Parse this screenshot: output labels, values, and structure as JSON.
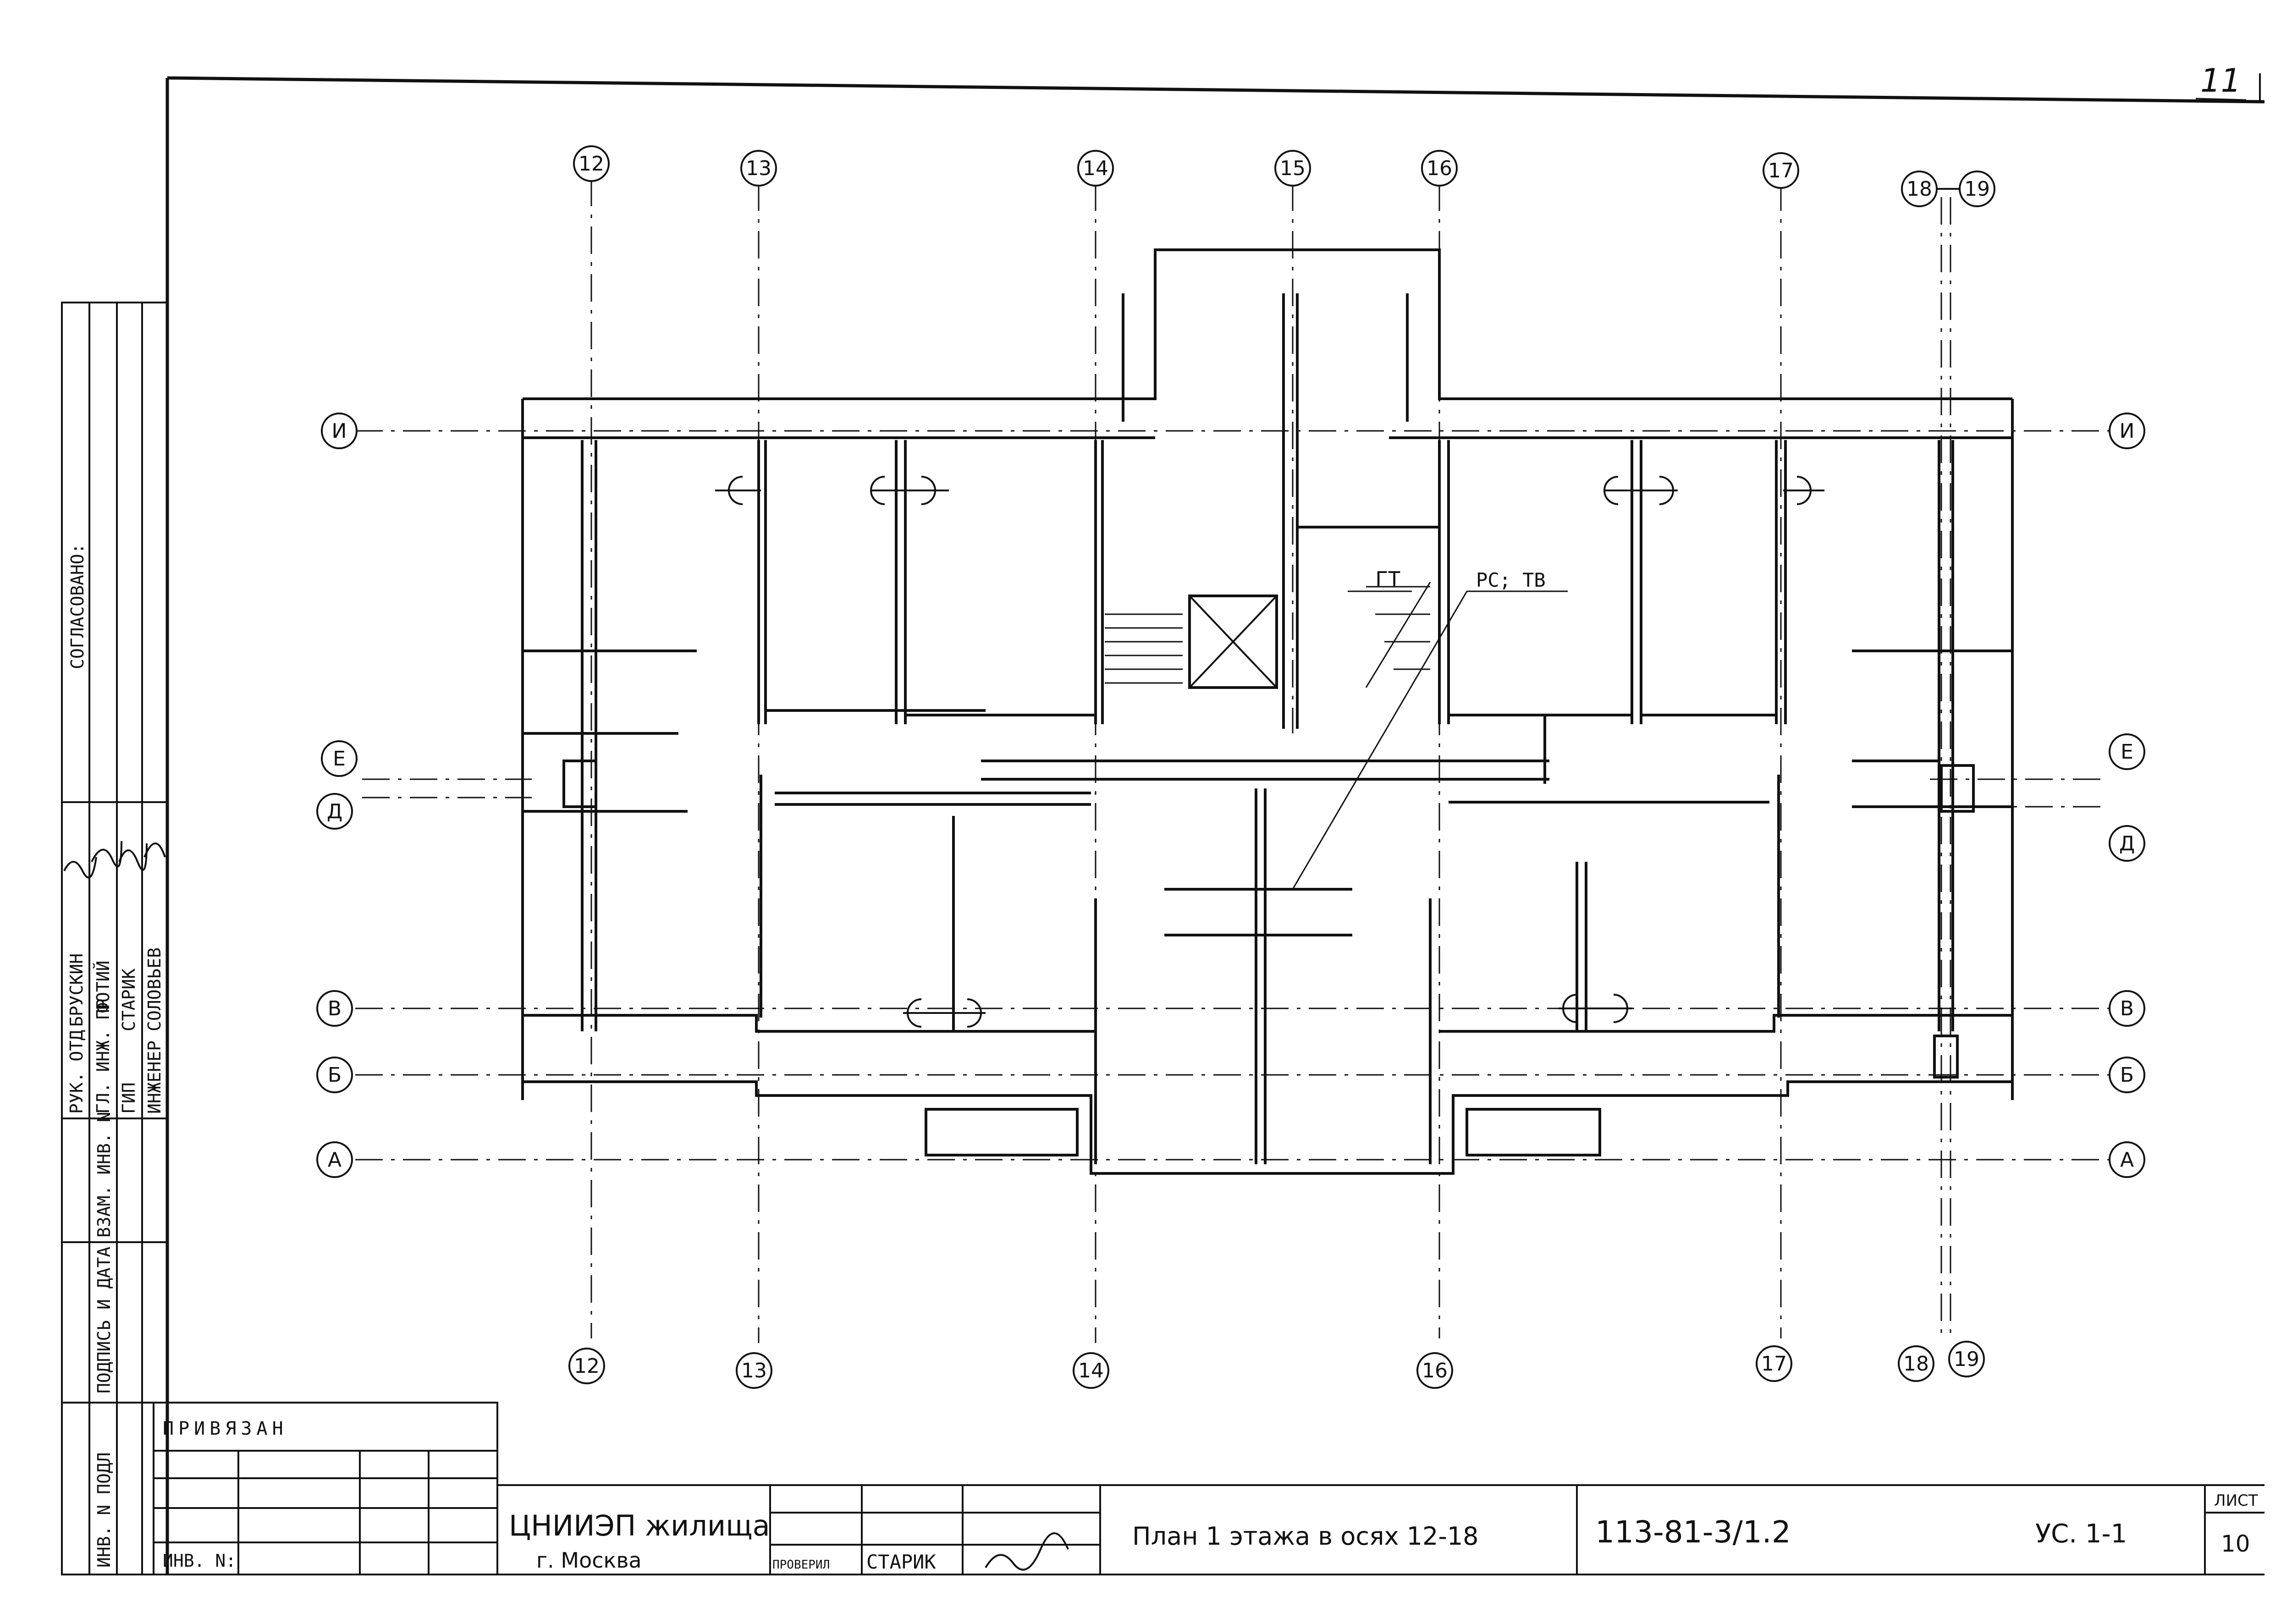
{
  "sheet_corner_mark": "11",
  "axes": {
    "vertical_top": [
      "12",
      "13",
      "14",
      "15",
      "16",
      "17",
      "18",
      "19"
    ],
    "vertical_bottom": [
      "12",
      "13",
      "14",
      "16",
      "17",
      "18",
      "19"
    ],
    "horizontal_left": [
      "И",
      "Е",
      "Д",
      "В",
      "Б",
      "А"
    ],
    "horizontal_right": [
      "И",
      "Е",
      "Д",
      "В",
      "Б",
      "А"
    ]
  },
  "annotations": {
    "gt": "ГТ",
    "rs_tv": "РС; ТВ"
  },
  "side_stamp": {
    "agreed": "СОГЛАСОВАНО:",
    "rows": [
      {
        "role": "РУК. ОТД",
        "name": "БРУСКИН"
      },
      {
        "role": "ГЛ. ИНЖ. ПР",
        "name": "ФОТИЙ"
      },
      {
        "role": "ГИП",
        "name": "СТАРИК"
      },
      {
        "role": "ИНЖЕНЕР",
        "name": "СОЛОВЬЕВ"
      }
    ],
    "fields": [
      "ИНВ. N ПОДЛ",
      "ПОДПИСЬ И ДАТА",
      "ВЗАМ. ИНВ. N"
    ]
  },
  "title_block": {
    "tied": "ПРИВЯЗАН",
    "inv": "ИНВ. N:",
    "org": "ЦНИИЭП жилища",
    "city": "г. Москва",
    "checked_label": "ПРОВЕРИЛ",
    "checked_name": "СТАРИК",
    "title": "План 1 этажа в осях 12-18",
    "code": "113-81-3/1.2",
    "part": "УС. 1-1",
    "sheet_label": "ЛИСТ",
    "sheet_no": "10"
  }
}
